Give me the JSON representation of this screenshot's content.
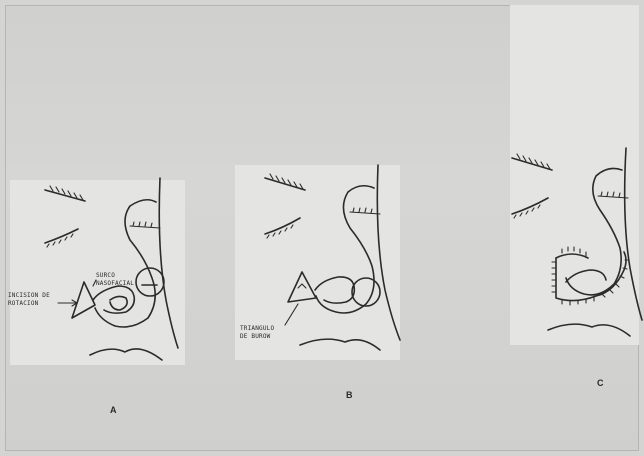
{
  "panels": {
    "a": {
      "letter": "A"
    },
    "b": {
      "letter": "B"
    },
    "c": {
      "letter": "C"
    }
  },
  "labels": {
    "incision_line1": "INCISION DE",
    "incision_line2": "ROTACION",
    "surco_line1": "SURCO",
    "surco_line2": "NASOFACIAL",
    "triangulo_line1": "TRIANGULO",
    "triangulo_line2": "DE BUROW"
  },
  "colors": {
    "ink": "#2b2b2b",
    "paper": "#e4e4e2",
    "background": "#d4d4d2"
  }
}
